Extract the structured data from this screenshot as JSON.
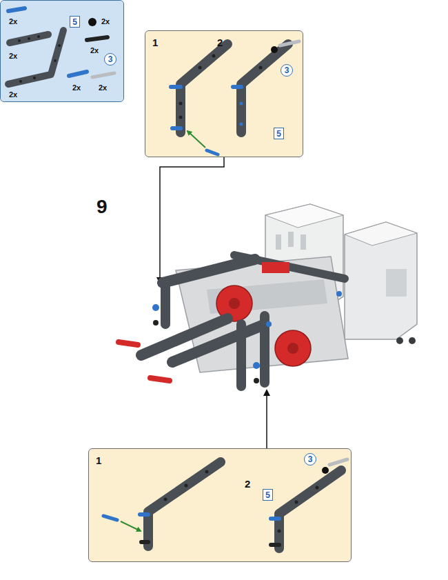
{
  "diagram": {
    "nodes": [
      {
        "text": [
          "2x",
          "2x",
          "2x",
          "2x",
          "2x",
          "2x",
          "2x"
        ]
      },
      {
        "text": [
          "5"
        ],
        "in": 0
      },
      {
        "text": [
          "3"
        ],
        "in": 0
      },
      {
        "text": [
          "1",
          "2"
        ]
      },
      {
        "text": [
          "3"
        ],
        "in": 3
      },
      {
        "text": [
          "5"
        ],
        "in": 3
      },
      {
        "text": [
          "1",
          "2"
        ]
      },
      {
        "text": [
          "3"
        ],
        "in": 6
      },
      {
        "text": [
          "5"
        ],
        "in": 6
      }
    ],
    "labels": [
      "9"
    ]
  }
}
